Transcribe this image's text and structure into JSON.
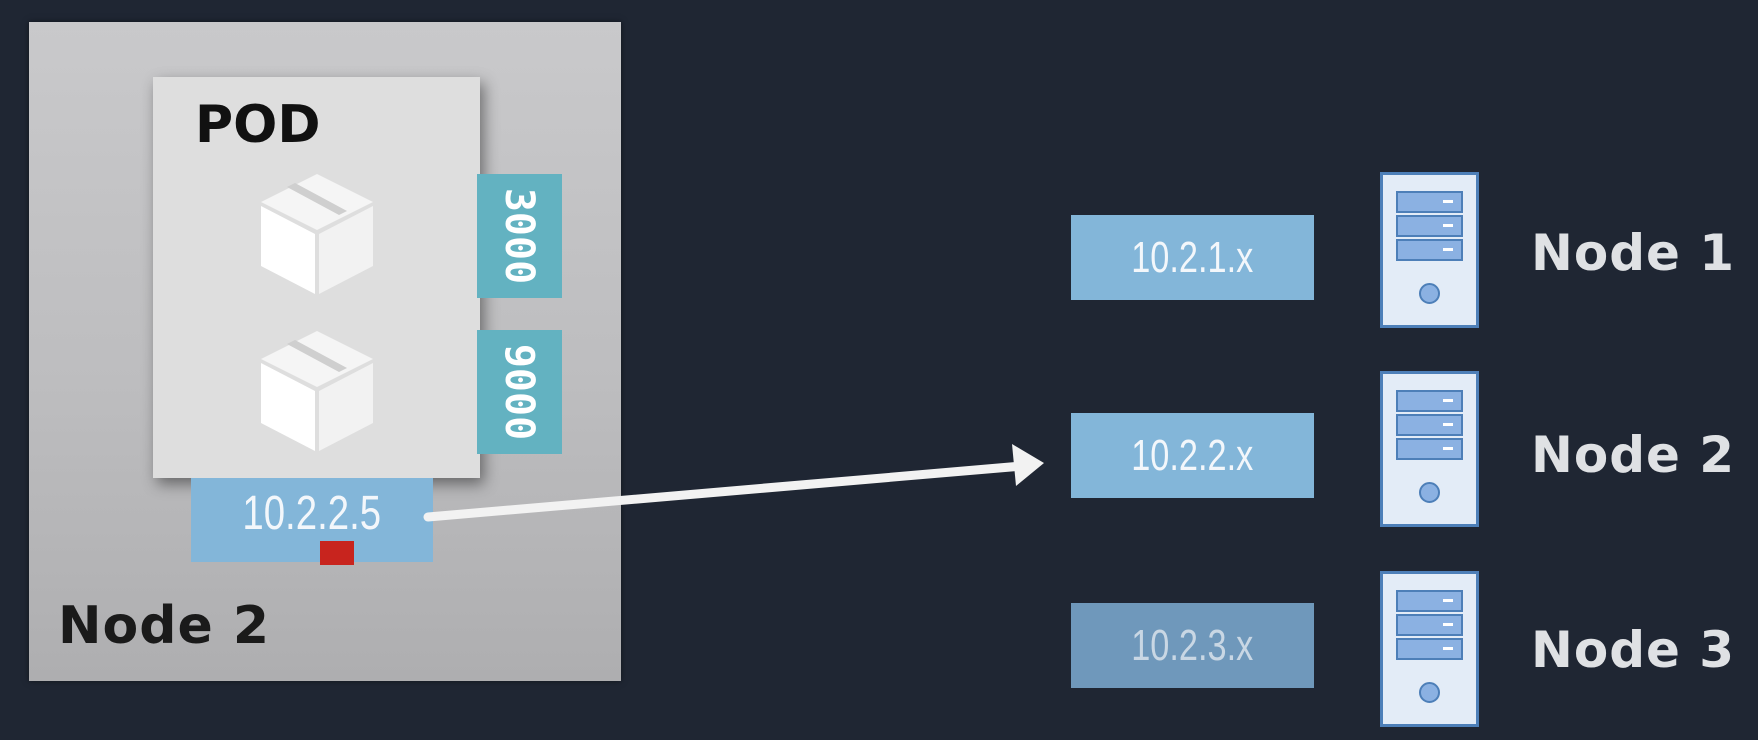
{
  "node_box": {
    "label": "Node 2"
  },
  "pod": {
    "label": "POD",
    "ports": [
      "3000",
      "9000"
    ],
    "ip": "10.2.2.5"
  },
  "nodes": [
    {
      "ip": "10.2.1.x",
      "label": "Node 1"
    },
    {
      "ip": "10.2.2.x",
      "label": "Node 2"
    },
    {
      "ip": "10.2.3.x",
      "label": "Node 3"
    }
  ],
  "colors": {
    "background": "#1f2633",
    "ip_box": "#83b6d9",
    "port_box": "#63b2c1",
    "marker": "#c8241e",
    "server_accent": "#4d7fb8"
  }
}
